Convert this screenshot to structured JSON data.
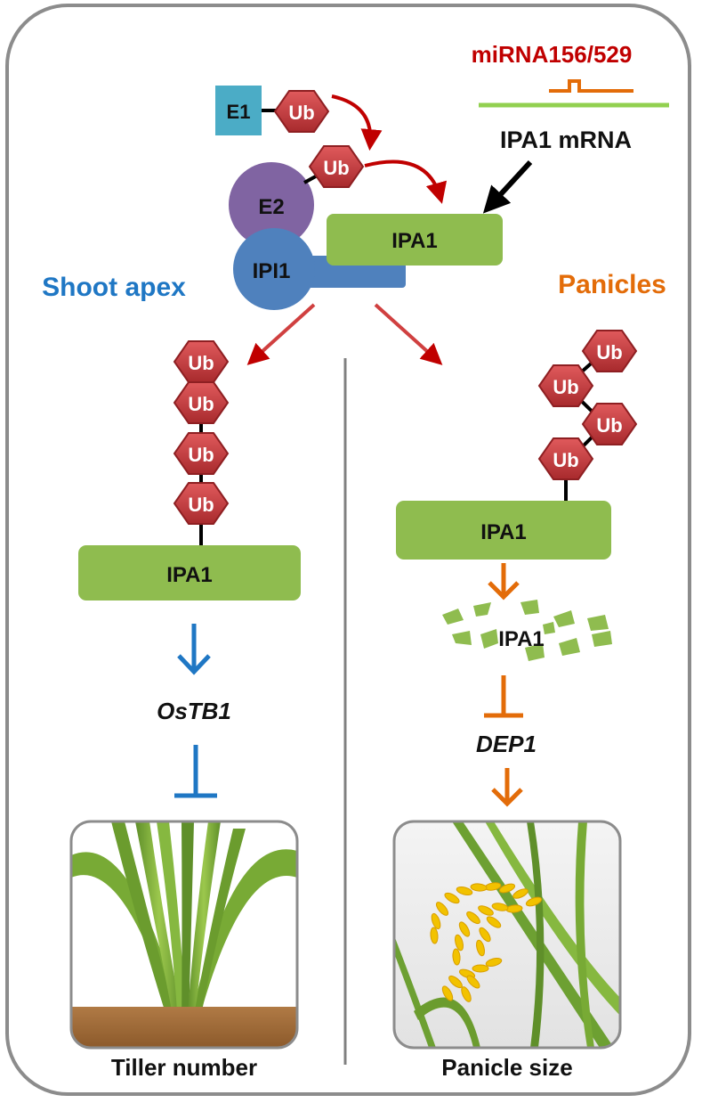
{
  "colors": {
    "ub_fill": "#c0393b",
    "ub_edge": "#8e1f22",
    "ipa1_box": "#8fbc4f",
    "e1_box": "#4bacc6",
    "e2_circle": "#8064a2",
    "ipi1_shape": "#4f81bd",
    "mirna_text": "#c00000",
    "mrna_line": "#92d050",
    "mirna_line": "#e36c09",
    "shoot_blue": "#1f77c4",
    "panicle_orange": "#e36c09",
    "red_arrow": "#d04040"
  },
  "top": {
    "mirna_label": "miRNA156/529",
    "mrna_label": "IPA1 mRNA",
    "e1_label": "E1",
    "e2_label": "E2",
    "ipi1_label": "IPI1",
    "ipa1_label": "IPA1",
    "ub_label": "Ub"
  },
  "left": {
    "title": "Shoot apex",
    "ipa1_label": "IPA1",
    "target_gene": "OsTB1",
    "outcome_label": "Tiller number",
    "ub_label": "Ub"
  },
  "right": {
    "title": "Panicles",
    "ipa1_label": "IPA1",
    "degraded_label": "IPA1",
    "target_gene": "DEP1",
    "outcome_label": "Panicle size",
    "ub_label": "Ub"
  }
}
